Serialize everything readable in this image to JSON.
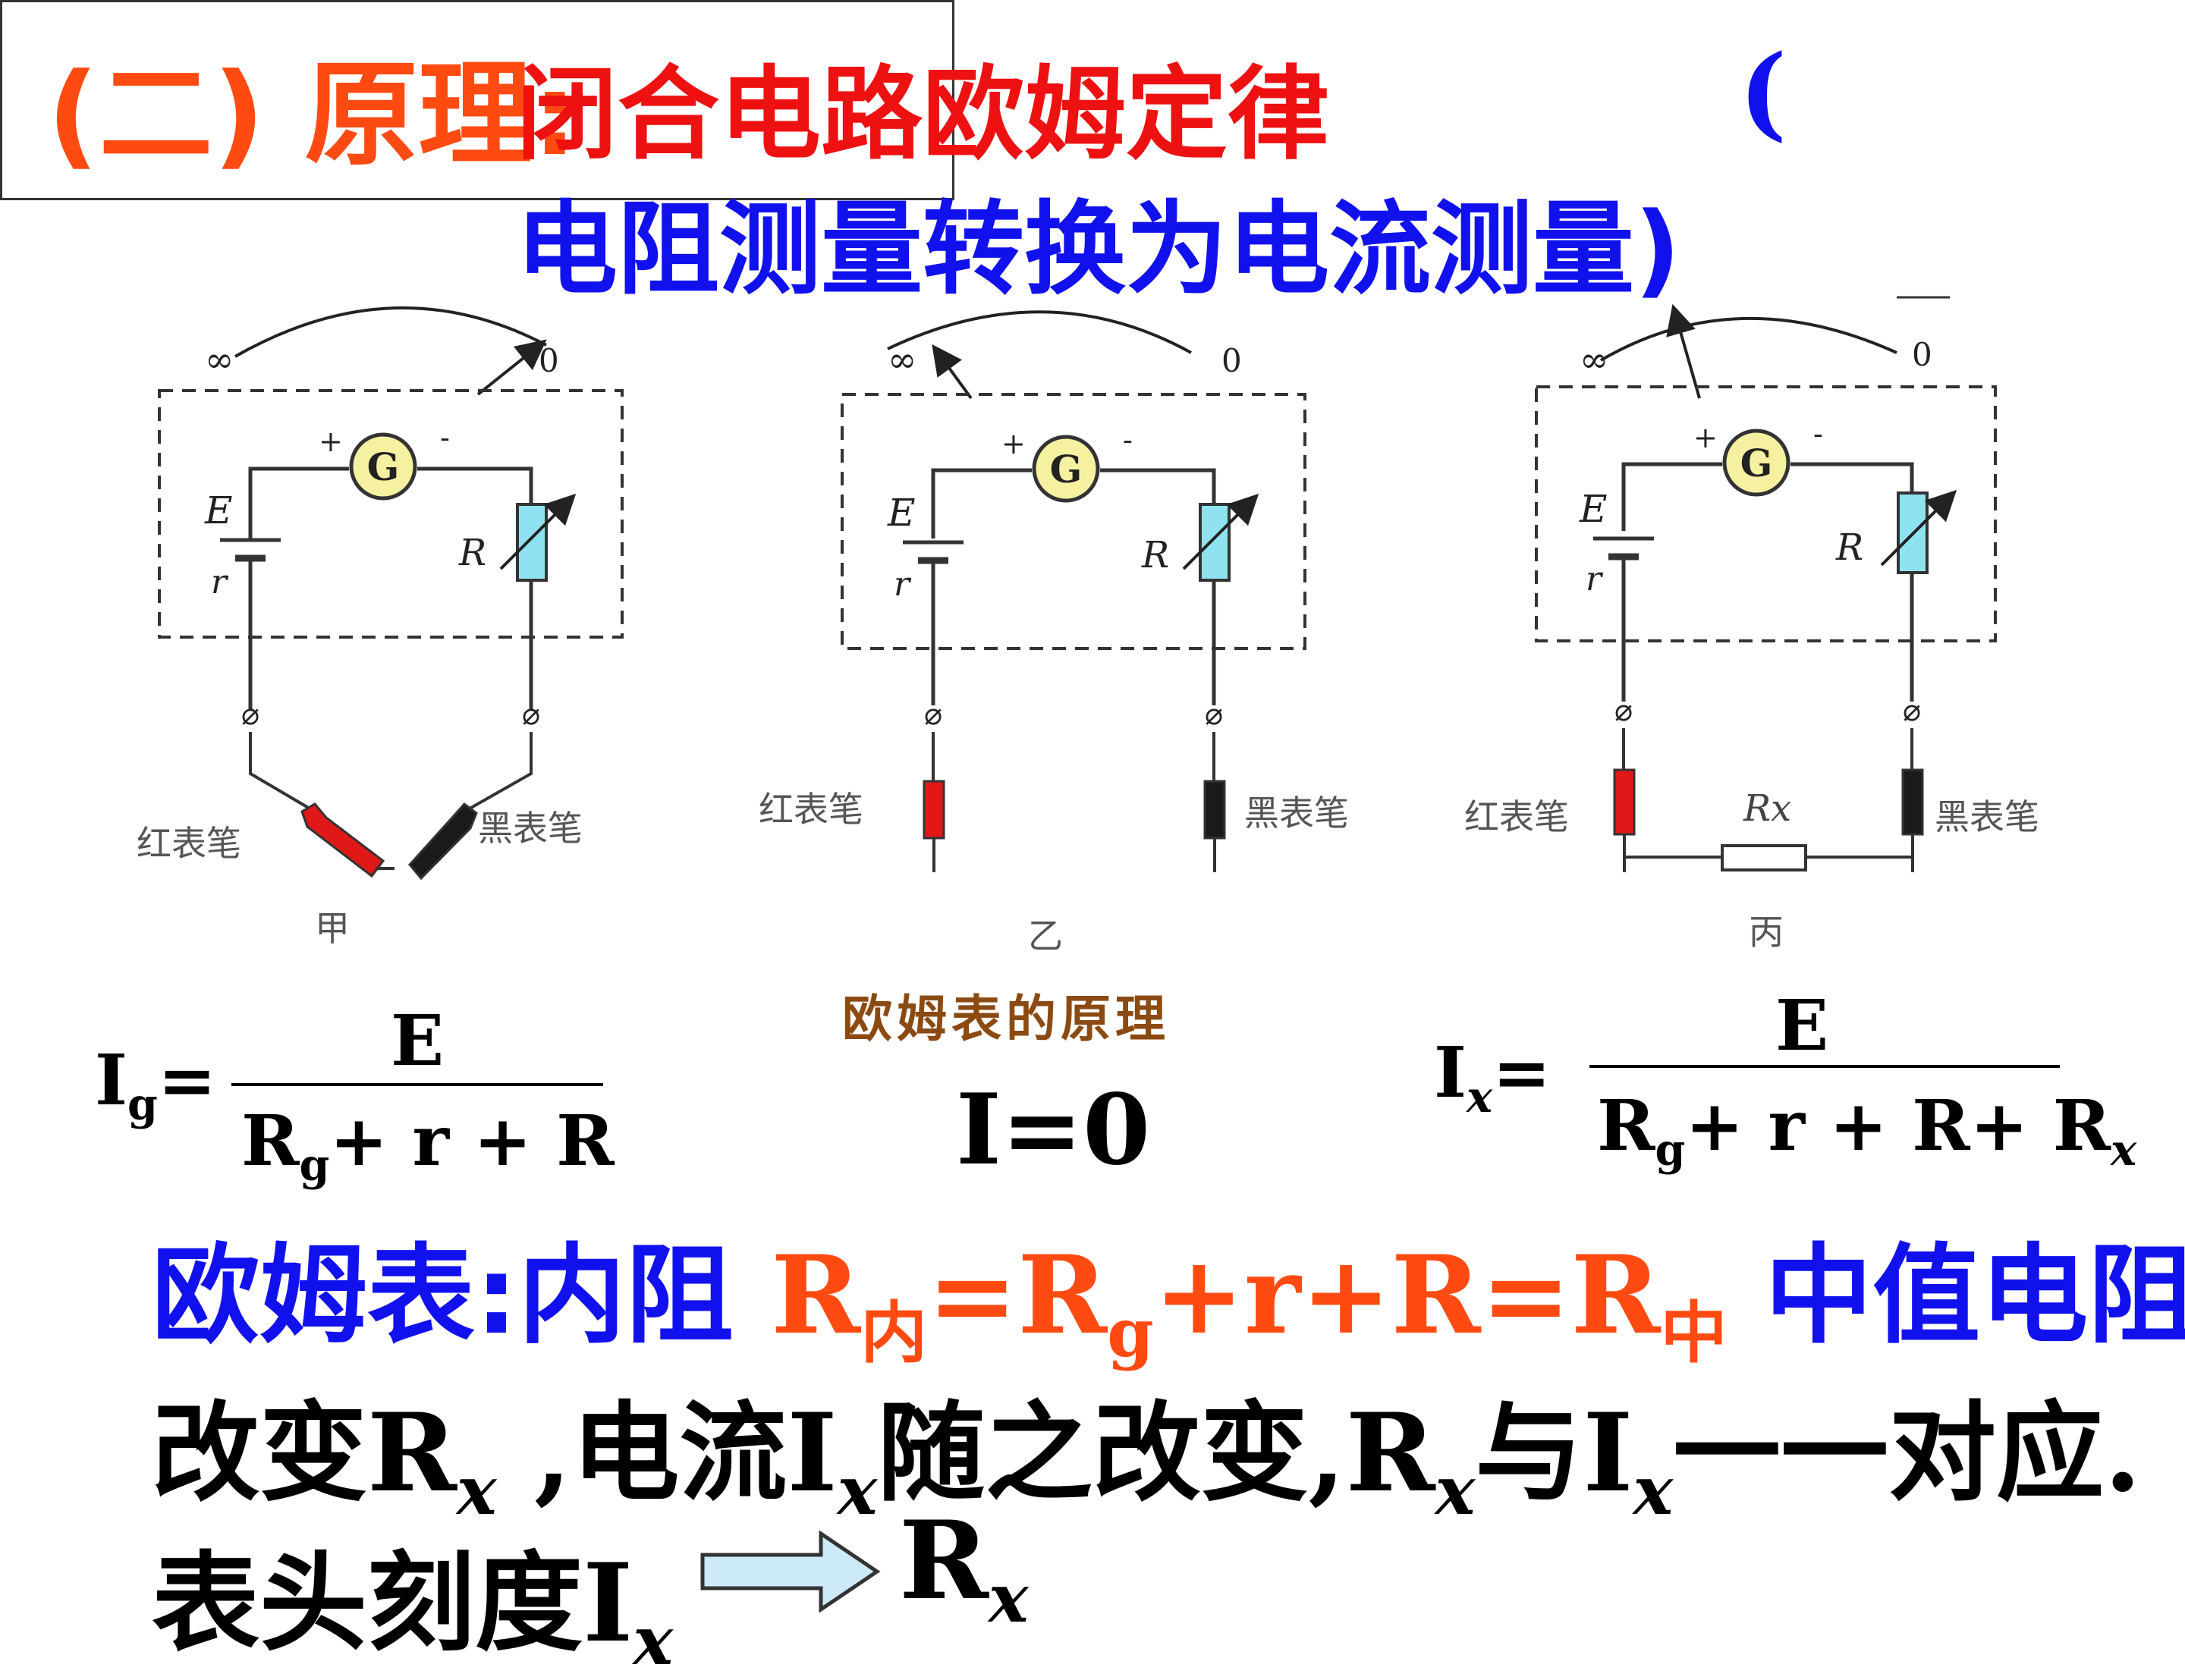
{
  "title": {
    "section": "(二) 原理:",
    "main": "闭合电路欧姆定律",
    "paren_open": "(",
    "sub": "电阻测量转换为电流测量)"
  },
  "diagram": {
    "labels": {
      "infinity": "∞",
      "zero": "0",
      "galvanometer": "G",
      "plus": "+",
      "minus": "-",
      "emf": "E",
      "internal_r": "r",
      "rheostat": "R",
      "terminal": "⌀",
      "red_probe": "红表笔",
      "black_probe": "黑表笔",
      "rx": "Rx"
    },
    "panels": [
      {
        "name": "甲"
      },
      {
        "name": "乙"
      },
      {
        "name": "丙"
      }
    ],
    "caption": "欧姆表的原理"
  },
  "formulas": {
    "ig": {
      "lhs_I": "I",
      "lhs_sub": "g",
      "eq": "=",
      "numerator": "E",
      "den_R": "R",
      "den_sub": "g",
      "den_rest": "+ r + R"
    },
    "i0": "I=0",
    "ix": {
      "lhs_I": "I",
      "lhs_sub": "x",
      "eq": "=",
      "numerator": "E",
      "den_R": "R",
      "den_sub": "g",
      "den_rest": "+ r + R+ R",
      "den_sub2": "x"
    }
  },
  "text_lines": {
    "ohm_prefix": "欧姆表:内阻 ",
    "ohm_R1": "R",
    "ohm_sub1": "内",
    "ohm_mid": "=R",
    "ohm_sub2": "g",
    "ohm_rest": "+r+R=R",
    "ohm_sub3": "中",
    "ohm_suffix": " 中值电阻",
    "change_1": "改变R",
    "change_x1": "x",
    "change_2": " ,电流I",
    "change_x2": "x",
    "change_3": "随之改变,R",
    "change_x3": "x",
    "change_4": "与I",
    "change_x4": "x",
    "change_5": "一一对应.",
    "scale_1": "表头刻度I",
    "scale_x1": "x",
    "scale_R": "R",
    "scale_x2": "x"
  },
  "colors": {
    "title_orange": "#ff4b12",
    "title_red": "#ee1111",
    "blue": "#1111ee",
    "caption_brown": "#8b4a12",
    "galvanometer_fill": "#f6f1a0",
    "rheostat_fill": "#8fe3f0",
    "red_probe": "#e01818",
    "black_probe": "#1a1a1a",
    "arrow_fill": "#cdeaf8"
  }
}
